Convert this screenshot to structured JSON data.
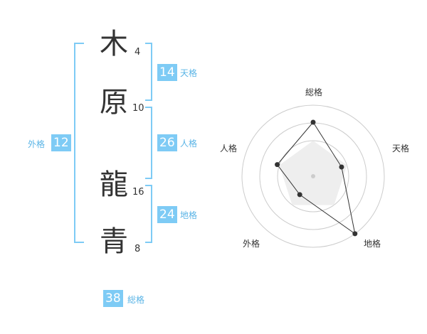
{
  "name": {
    "chars": [
      {
        "char": "木",
        "strokes": "4"
      },
      {
        "char": "原",
        "strokes": "10"
      },
      {
        "char": "龍",
        "strokes": "16"
      },
      {
        "char": "青",
        "strokes": "8"
      }
    ]
  },
  "kaku": {
    "tenkaku": {
      "value": "14",
      "label": "天格"
    },
    "jinkaku": {
      "value": "26",
      "label": "人格"
    },
    "chikaku": {
      "value": "24",
      "label": "地格"
    },
    "gaikaku": {
      "value": "12",
      "label": "外格"
    },
    "soukaku": {
      "value": "38",
      "label": "総格"
    }
  },
  "colors": {
    "accent": "#7ecbf5",
    "label_text": "#5ab4e6",
    "chart_fill": "#eeeeee",
    "grid": "#cccccc"
  },
  "chart_data": {
    "type": "radar",
    "axes": [
      "総格",
      "天格",
      "地格",
      "外格",
      "人格"
    ],
    "values": [
      0.76,
      0.42,
      1.0,
      0.32,
      0.53
    ],
    "rings": 4,
    "grid": true
  }
}
